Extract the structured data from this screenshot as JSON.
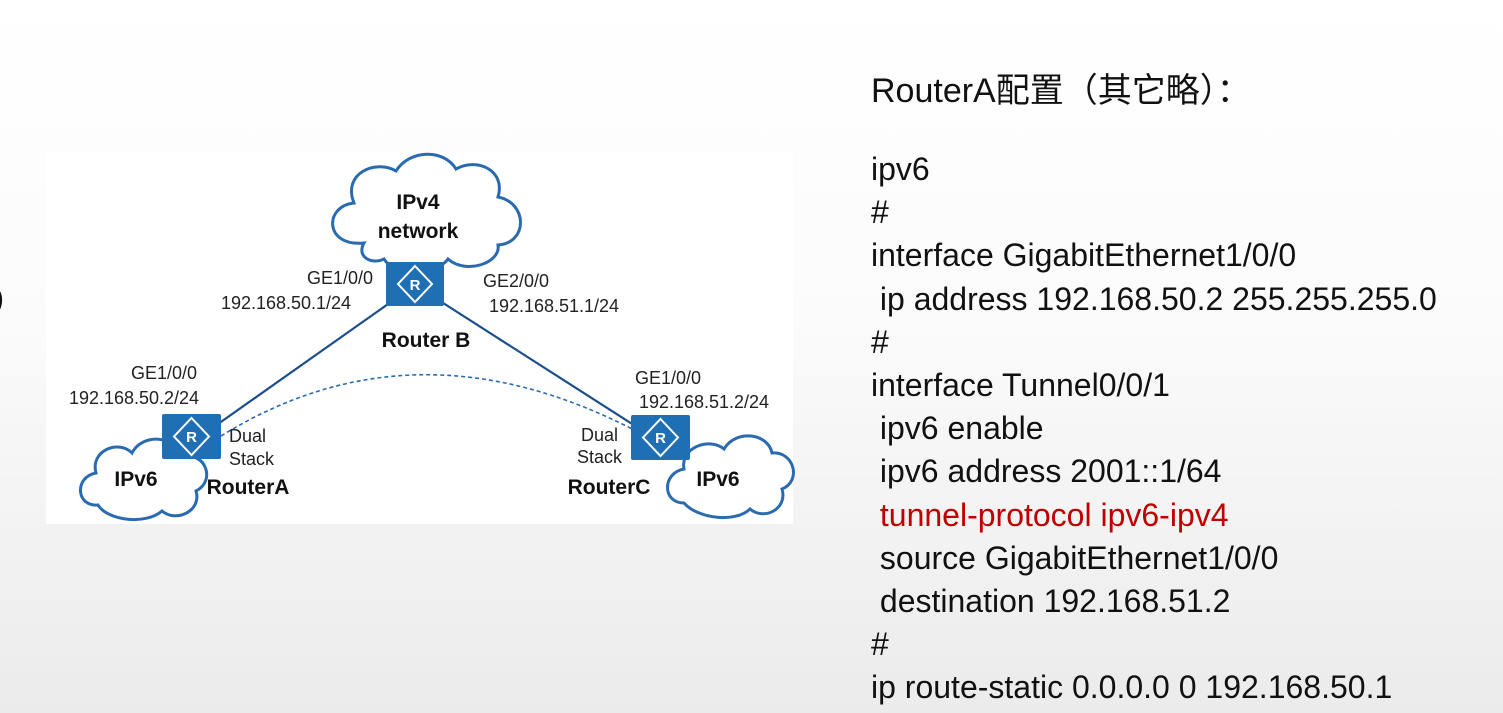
{
  "edge_glyph": ")",
  "diagram": {
    "cloud_ipv4_line1": "IPv4",
    "cloud_ipv4_line2": "network",
    "cloud_left": "IPv6",
    "cloud_right": "IPv6",
    "router_b": {
      "name": "Router B",
      "left_if": "GE1/0/0",
      "left_ip": "192.168.50.1/24",
      "right_if": "GE2/0/0",
      "right_ip": "192.168.51.1/24"
    },
    "router_a": {
      "name": "RouterA",
      "if": "GE1/0/0",
      "ip": "192.168.50.2/24",
      "stack_line1": "Dual",
      "stack_line2": "Stack"
    },
    "router_c": {
      "name": "RouterC",
      "if": "GE1/0/0",
      "ip": "192.168.51.2/24",
      "stack_line1": "Dual",
      "stack_line2": "Stack"
    },
    "router_glyph": "R",
    "colors": {
      "router": "#1f6fb5",
      "link": "#1a4f8c",
      "cloud_stroke": "#2a6bb0"
    }
  },
  "config": {
    "title": "RouterA配置（其它略）：",
    "lines": [
      {
        "text": "ipv6",
        "highlight": false
      },
      {
        "text": "#",
        "highlight": false
      },
      {
        "text": "interface GigabitEthernet1/0/0",
        "highlight": false
      },
      {
        "text": " ip address 192.168.50.2 255.255.255.0",
        "highlight": false
      },
      {
        "text": "#",
        "highlight": false
      },
      {
        "text": "interface Tunnel0/0/1",
        "highlight": false
      },
      {
        "text": " ipv6 enable",
        "highlight": false
      },
      {
        "text": " ipv6 address 2001::1/64",
        "highlight": false
      },
      {
        "text": " tunnel-protocol ipv6-ipv4",
        "highlight": true
      },
      {
        "text": " source GigabitEthernet1/0/0",
        "highlight": false
      },
      {
        "text": " destination 192.168.51.2",
        "highlight": false
      },
      {
        "text": "#",
        "highlight": false
      },
      {
        "text": "ip route-static 0.0.0.0 0 192.168.50.1",
        "highlight": false
      }
    ],
    "highlight_color": "#c00000"
  }
}
